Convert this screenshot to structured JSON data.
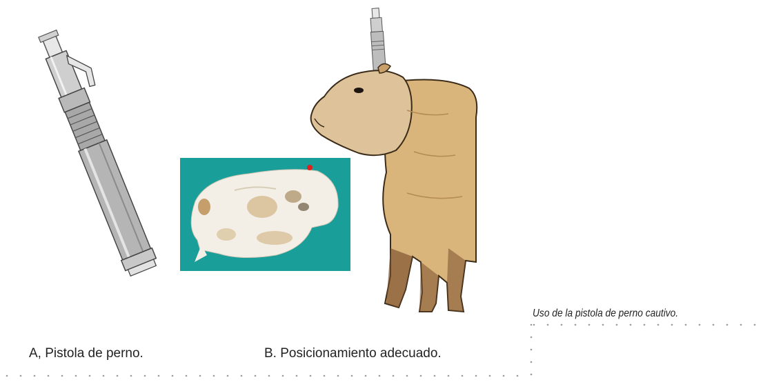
{
  "figure": {
    "label_a": "A, Pistola de perno.",
    "label_b": "B. Posicionamiento adecuado.",
    "caption": "Uso de la pistola de perno cautivo."
  },
  "panels": {
    "gun_illustration": "captive-bolt-pistol",
    "skull_photo": "capybara-skull",
    "capybara_illustration": "capybara-with-pistol"
  },
  "colors": {
    "skull_background": "#1a9e9a",
    "target_marker": "#e0201c",
    "capybara_fur": "#d9b57c",
    "dot_rule": "#9a9a9a"
  }
}
